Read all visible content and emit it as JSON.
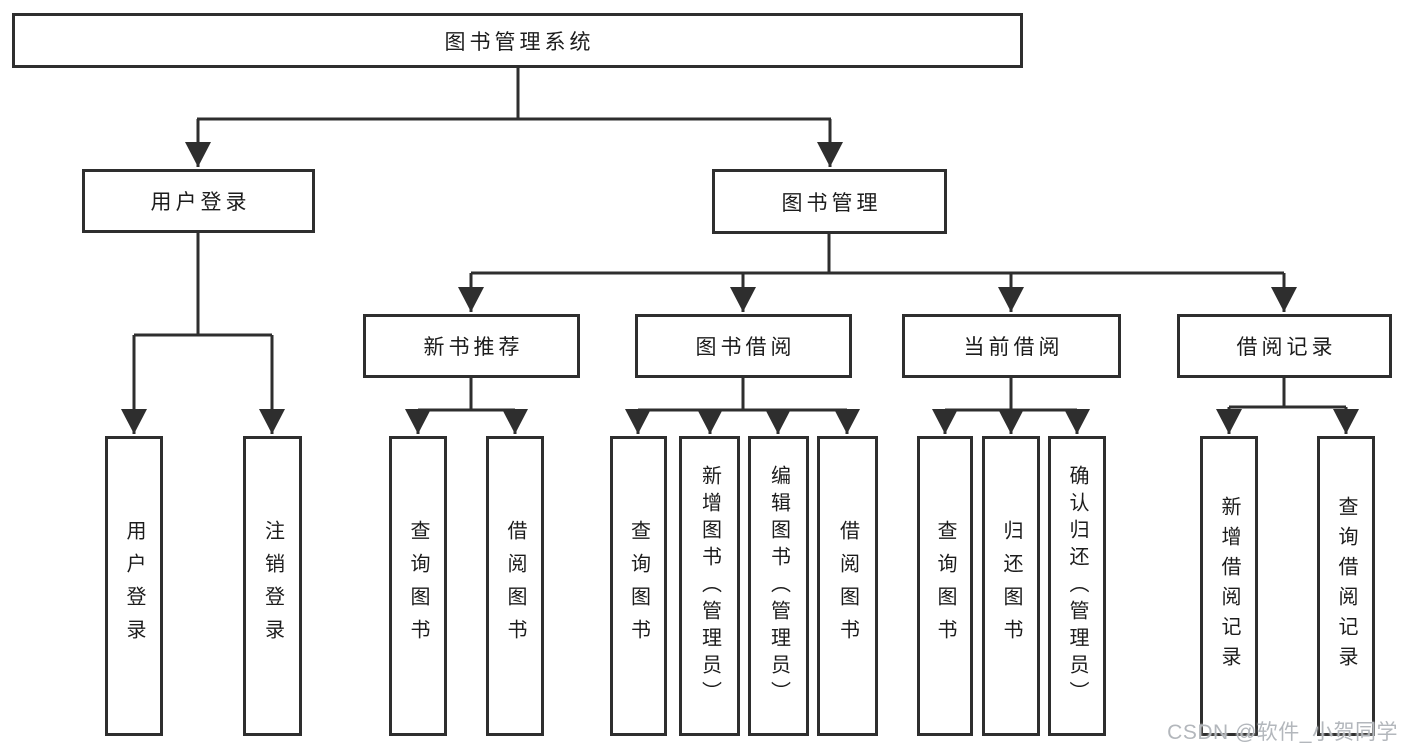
{
  "title": "图书管理系统",
  "watermark": "CSDN @软件_小贺同学",
  "colors": {
    "line": "#2e2e2e",
    "text": "#1c1c1c",
    "background": "#ffffff",
    "watermark": "#b3b7bc"
  },
  "tree": {
    "label": "图书管理系统",
    "children": [
      {
        "label": "用户登录",
        "children": [
          {
            "label": "用户登录"
          },
          {
            "label": "注销登录"
          }
        ]
      },
      {
        "label": "图书管理",
        "children": [
          {
            "label": "新书推荐",
            "children": [
              {
                "label": "查询图书"
              },
              {
                "label": "借阅图书"
              }
            ]
          },
          {
            "label": "图书借阅",
            "children": [
              {
                "label": "查询图书"
              },
              {
                "label": "新增图书（管理员）"
              },
              {
                "label": "编辑图书（管理员）"
              },
              {
                "label": "借阅图书"
              }
            ]
          },
          {
            "label": "当前借阅",
            "children": [
              {
                "label": "查询图书"
              },
              {
                "label": "归还图书"
              },
              {
                "label": "确认归还（管理员）"
              }
            ]
          },
          {
            "label": "借阅记录",
            "children": [
              {
                "label": "新增借阅记录"
              },
              {
                "label": "查询借阅记录"
              }
            ]
          }
        ]
      }
    ]
  }
}
